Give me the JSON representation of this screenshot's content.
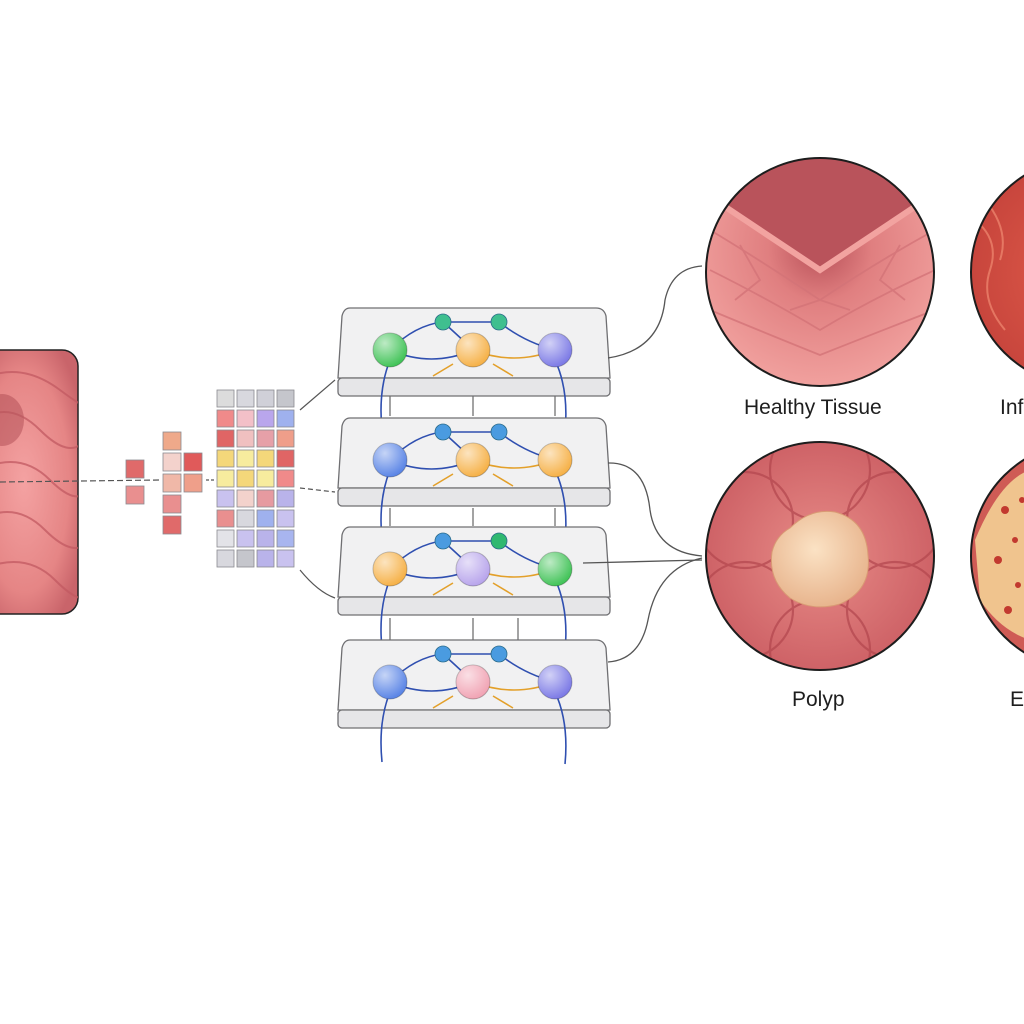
{
  "classes": [
    {
      "label": "Healthy Tissue"
    },
    {
      "label": "Inf"
    },
    {
      "label": "Polyp"
    },
    {
      "label": "E"
    }
  ],
  "layers": [
    {
      "nodes": [
        {
          "color": "#44c45a"
        },
        {
          "color": "#f6b24a"
        },
        {
          "color": "#7e7ce6"
        }
      ],
      "top_nodes": [
        {
          "color": "#3fbf8f"
        },
        {
          "color": "#3fbf8f"
        }
      ]
    },
    {
      "nodes": [
        {
          "color": "#5c86e6"
        },
        {
          "color": "#f6b24a"
        },
        {
          "color": "#f6b24a"
        }
      ],
      "top_nodes": [
        {
          "color": "#4a9be0"
        },
        {
          "color": "#4a9be0"
        }
      ]
    },
    {
      "nodes": [
        {
          "color": "#f6b24a"
        },
        {
          "color": "#b9a6ec"
        },
        {
          "color": "#44c45a"
        }
      ],
      "top_nodes": [
        {
          "color": "#4a9be0"
        },
        {
          "color": "#2fb870"
        }
      ]
    },
    {
      "nodes": [
        {
          "color": "#5c86e6"
        },
        {
          "color": "#f1a5b5"
        },
        {
          "color": "#7e7ce6"
        }
      ],
      "top_nodes": [
        {
          "color": "#4a9be0"
        },
        {
          "color": "#4a9be0"
        }
      ]
    }
  ],
  "colors": {
    "tissue": "#e58585",
    "tissue_dark": "#b8474f",
    "layer_fill": "#f1f1f2",
    "layer_edge": "#6f6f72",
    "blue_link": "#2f4fb0",
    "orange_link": "#e3a02a"
  }
}
